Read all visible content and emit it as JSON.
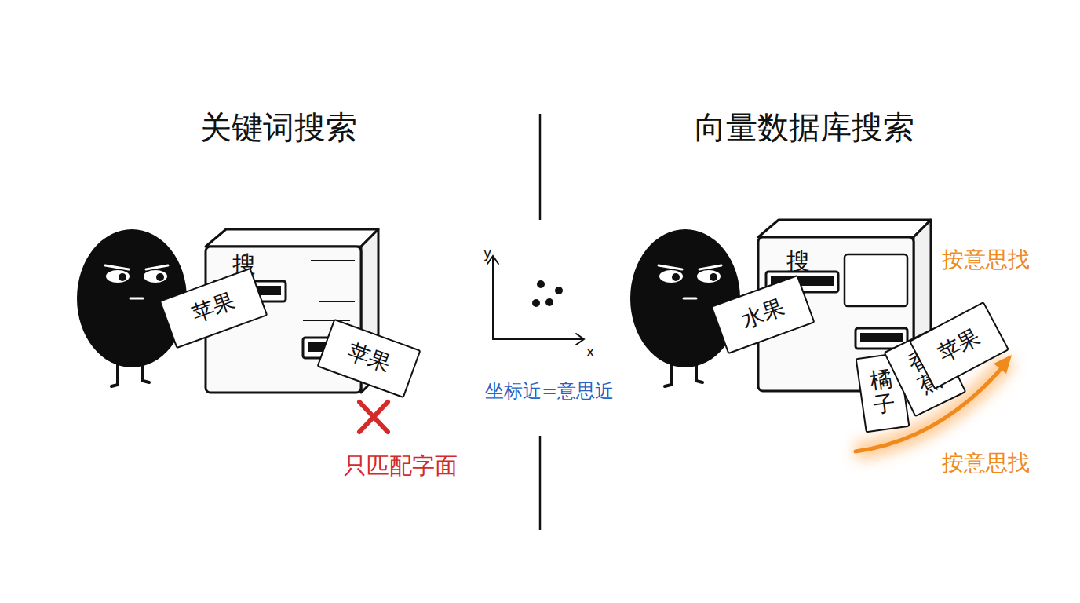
{
  "diagram": {
    "nodes": [
      {
        "text": [
          "搜"
        ]
      },
      {
        "text": [
          "苹果"
        ]
      },
      {
        "text": [
          "苹果"
        ]
      },
      {
        "text": [
          "搜"
        ]
      },
      {
        "text": [
          "水果"
        ]
      },
      {
        "text": [
          "橘子"
        ]
      },
      {
        "text": [
          "香蕉"
        ]
      },
      {
        "text": [
          "苹果"
        ]
      }
    ],
    "labels": [
      "关键词搜索",
      "向量数据库搜索",
      "只匹配字面",
      "y",
      "x",
      "坐标近=意思近",
      "按意思找",
      "按意思找"
    ]
  }
}
